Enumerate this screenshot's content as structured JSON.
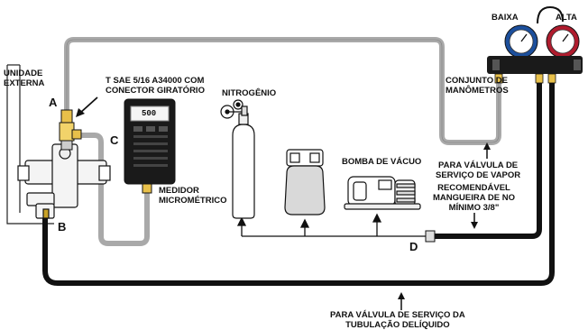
{
  "labels": {
    "outdoor_unit": "UNIDADE\nEXTERNA",
    "tee_fitting": "T SAE 5/16 A34000 COM\nCONECTOR GIRATÓRIO",
    "nitrogen": "NITROGÊNIO",
    "low": "BAIXA",
    "high": "ALTA",
    "manifold": "CONJUNTO DE\nMANÔMETROS",
    "vapor_service": "PARA VÁLVULA DE\nSERVIÇO DE VAPOR",
    "hose_recommendation": "RECOMENDÁVEL\nMANGUEIRA DE NO\nMÍNIMO 3/8\"",
    "vacuum_pump": "BOMBA DE VÁCUO",
    "micron_gauge": "MEDIDOR\nMICROMÉTRICO",
    "liquid_service": "PARA VÁLVULA DE SERVIÇO DA\nTUBULAÇÃO DELÍQUIDO",
    "gauge_reading": "500"
  },
  "points": {
    "a": "A",
    "b": "B",
    "c": "C",
    "d": "D"
  }
}
